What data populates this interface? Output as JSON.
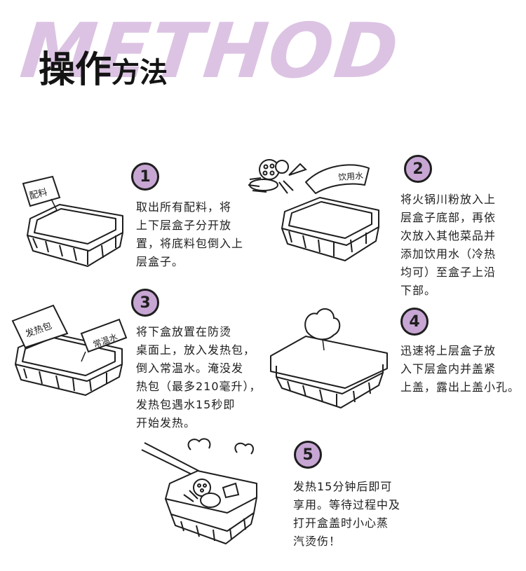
{
  "header": {
    "bg_word": "METHOD",
    "title_part1": "操作",
    "title_part2": "方法"
  },
  "colors": {
    "accent_purple": "#c7a6d4",
    "bg_word_pink": "#dcc3e3",
    "ink": "#1e1e1e"
  },
  "steps": [
    {
      "number": "1",
      "text": "取出所有配料，将\n上下层盒子分开放\n置，将底料包倒入上\n层盒子。",
      "packet_label": "配料"
    },
    {
      "number": "2",
      "text": "将火锅川粉放入上\n层盒子底部，再依\n次放入其他菜品并\n添加饮用水（冷热\n均可）至盒子上沿\n下部。",
      "packet_label": "饮用水"
    },
    {
      "number": "3",
      "text": "将下盒放置在防烫\n桌面上，放入发热包，\n倒入常温水。淹没发\n热包（最多210毫升），\n发热包遇水15秒即\n开始发热。",
      "packet_label": "发热包",
      "water_label": "常温水"
    },
    {
      "number": "4",
      "text": "迅速将上层盒子放\n入下层盒内并盖紧\n上盖，露出上盖小孔。"
    },
    {
      "number": "5",
      "text": "发热15分钟后即可\n享用。等待过程中及\n打开盒盖时小心蒸\n汽烫伤！"
    }
  ]
}
